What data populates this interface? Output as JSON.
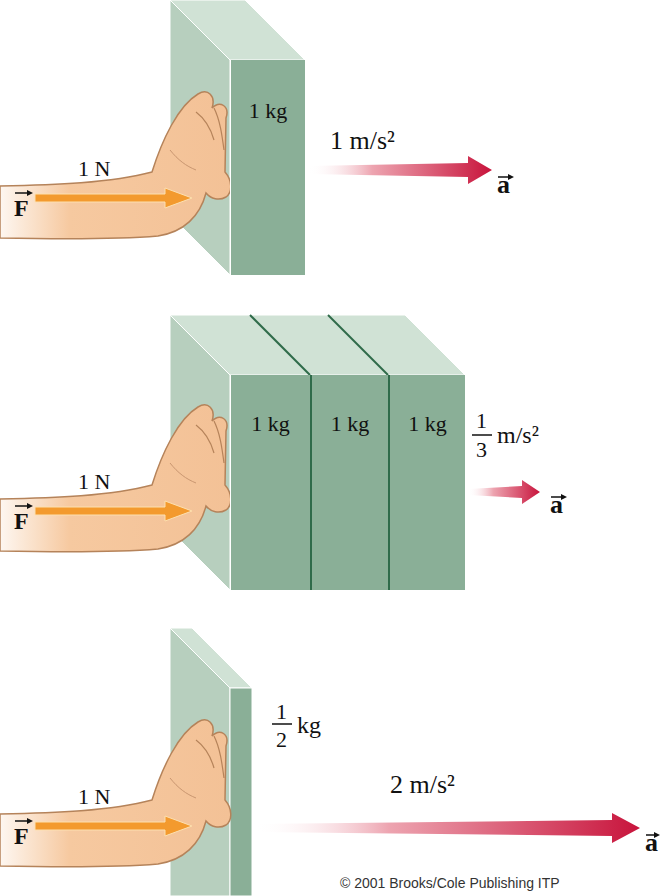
{
  "diagram": {
    "nodes": [
      {
        "text": [
          "1 kg"
        ]
      },
      {
        "text": [
          "1 kg"
        ]
      },
      {
        "text": [
          "1 kg"
        ]
      },
      {
        "text": [
          "1 kg"
        ]
      }
    ],
    "labels": [
      "1 N",
      "F",
      "1 m/s²",
      "a",
      "1 N",
      "F",
      "1",
      "3",
      "m/s²",
      "a",
      "1 N",
      "F",
      "1",
      "2",
      "kg",
      "2 m/s²",
      "a",
      "© 2001 Brooks/Cole Publishing ITP"
    ]
  }
}
